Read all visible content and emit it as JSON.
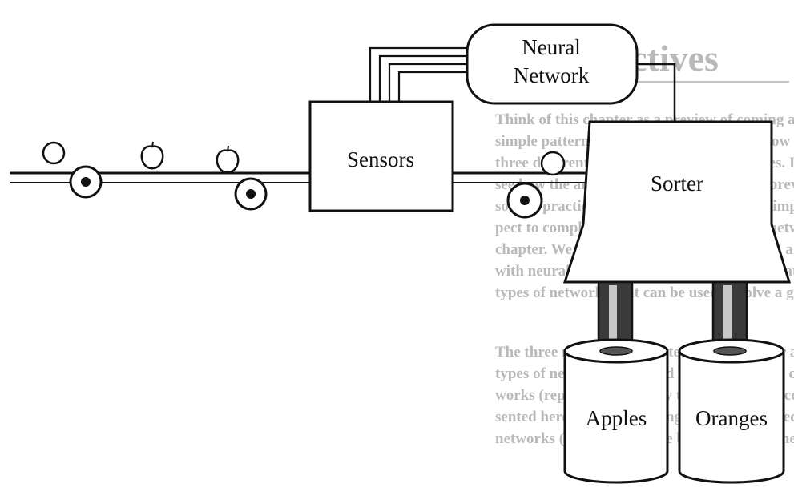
{
  "diagram": {
    "labels": {
      "neural_network_line1": "Neural",
      "neural_network_line2": "Network",
      "sensors": "Sensors",
      "sorter": "Sorter",
      "apples": "Apples",
      "oranges": "Oranges"
    }
  },
  "background_page": {
    "heading": "Objectives",
    "lines": [
      "Think of this chapter as a preview of coming attr",
      "simple pattern recognition problem and show ho",
      "three different neural network architectures. It w",
      "see how the architectures described in the previo",
      "solve a practical (although extremely oversimplif",
      "pect to completely understand these three netwo",
      "chapter. We present them simply to give you a t",
      "with neural networks, and to demonstrate that t",
      "types of networks that can be used to solve a giv"
    ],
    "lines2": [
      "The three networks presented in this chapter ar",
      "types of networks discussed in the remaining ch",
      "works (represented here by the perceptron), com",
      "sented here by the Hamming network) and recu",
      "networks (represented here by the Hopfield netw"
    ]
  },
  "colors": {
    "ink": "#111111",
    "ghost_text": "#b9b9b9",
    "pipe_dark": "#3a3a3a",
    "pipe_light": "#c8c8c8"
  }
}
